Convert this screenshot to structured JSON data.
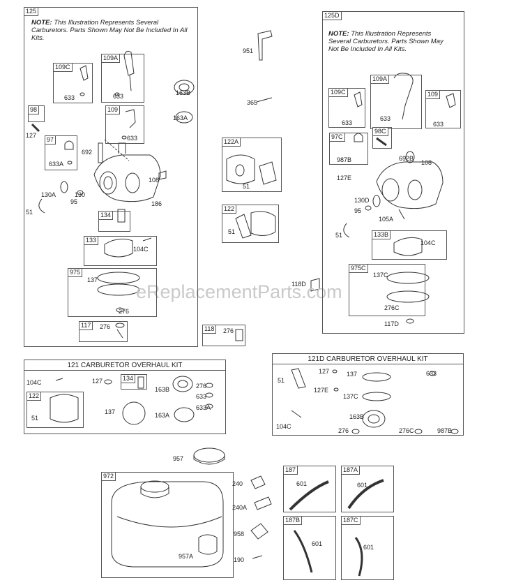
{
  "watermark": "eReplacementParts.com",
  "note_prefix": "NOTE:",
  "note_body": "This Illustration Represents Several Carburetors. Parts Shown May Not Be Included In All Kits.",
  "kits": {
    "k121": "121 CARBURETOR OVERHAUL KIT",
    "k121d": "121D CARBURETOR OVERHAUL KIT"
  },
  "box_tags": {
    "b125": "125",
    "b109c": "109C",
    "b109a": "109A",
    "b98": "98",
    "b109": "109",
    "b97": "97",
    "b134": "134",
    "b133": "133",
    "b975": "975",
    "b117": "117",
    "b125d": "125D",
    "b109c2": "109C",
    "b109a2": "109A",
    "b109r": "109",
    "b98c": "98C",
    "b97c": "97C",
    "b133b": "133B",
    "b975c": "975C",
    "b122a": "122A",
    "b122": "122",
    "b118": "118",
    "b134k": "134",
    "b122k": "122",
    "b972": "972",
    "b187": "187",
    "b187a": "187A",
    "b187b": "187B",
    "b187c": "187C"
  },
  "labels": {
    "l633a": "633",
    "l633b": "633",
    "l163b": "163B",
    "l127": "127",
    "l163a": "163A",
    "l633c": "633",
    "l692": "692",
    "l633a2": "633A",
    "l108": "108",
    "l130a": "130A",
    "l130": "130",
    "l95": "95",
    "l51": "51",
    "l186": "186",
    "l104c": "104C",
    "l137": "137",
    "l276a": "276",
    "l276b": "276",
    "l951": "951",
    "l365": "365",
    "l51b": "51",
    "l51c": "51",
    "l276c": "276",
    "l118d": "118D",
    "r633a": "633",
    "r633b": "633",
    "r633c": "633",
    "r987b": "987B",
    "r692b": "692B",
    "r108": "108",
    "r127e": "127E",
    "r130d": "130D",
    "r95": "95",
    "r105a": "105A",
    "r51": "51",
    "r104c": "104C",
    "r137c": "137C",
    "r276c": "276C",
    "r117d": "117D",
    "k104c": "104C",
    "k127": "127",
    "k51": "51",
    "k163b": "163B",
    "k137": "137",
    "k163a": "163A",
    "k276": "276",
    "k633": "633",
    "k633a": "633A",
    "d51": "51",
    "d127": "127",
    "d127e": "127E",
    "d104c": "104C",
    "d137": "137",
    "d137c": "137C",
    "d163b": "163B",
    "d633": "633",
    "d276": "276",
    "d276c": "276C",
    "d987b": "987B",
    "f957": "957",
    "f240": "240",
    "f240a": "240A",
    "f958": "958",
    "f957a": "957A",
    "f190": "190",
    "f601a": "601",
    "f601b": "601",
    "f601c": "601",
    "f601d": "601"
  }
}
